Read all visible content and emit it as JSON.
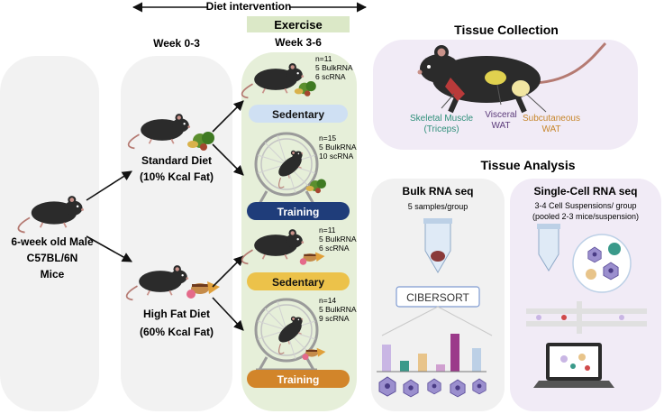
{
  "header": {
    "diet_intervention": "Diet intervention"
  },
  "start": {
    "line1": "6-week old  Male",
    "line2": "C57BL/6N",
    "line3": "Mice"
  },
  "week03": {
    "title": "Week 0-3"
  },
  "standard_diet": {
    "line1": "Standard Diet",
    "line2": "(10% Kcal Fat)"
  },
  "high_fat_diet": {
    "line1": "High Fat Diet",
    "line2": "(60% Kcal Fat)"
  },
  "exercise": {
    "title": "Exercise",
    "week": "Week 3-6",
    "groups": [
      {
        "n": "n=11",
        "bulk": "5 BulkRNA",
        "sc": "6 scRNA",
        "label": "Sedentary"
      },
      {
        "n": "n=15",
        "bulk": "5 BulkRNA",
        "sc": "10 scRNA",
        "label": "Training"
      },
      {
        "n": "n=11",
        "bulk": "5 BulkRNA",
        "sc": "6 scRNA",
        "label": "Sedentary"
      },
      {
        "n": "n=14",
        "bulk": "5 BulkRNA",
        "sc": "9 scRNA",
        "label": "Training"
      }
    ]
  },
  "tissue_collection": {
    "title": "Tissue Collection",
    "skeletal_muscle": "Skeletal Muscle",
    "triceps": "(Triceps)",
    "visceral": "Visceral",
    "visceral_wat": "WAT",
    "subcutaneous": "Subcutaneous",
    "subcutaneous_wat": "WAT"
  },
  "tissue_analysis": {
    "title": "Tissue Analysis"
  },
  "bulk": {
    "title": "Bulk RNA seq",
    "samples": "5 samples/group",
    "cibersort": "CIBERSORT"
  },
  "sc": {
    "title": "Single-Cell RNA seq",
    "line1": "3-4 Cell Suspensions/ group",
    "line2": "(pooled 2-3 mice/suspension)"
  },
  "colors": {
    "sedentary_blue": "#cfe0f3",
    "training_navy": "#1f3d7a",
    "sedentary_gold": "#ecc24a",
    "training_orange": "#d2852a",
    "exercise_green": "#e6efd9",
    "panel_purple": "#f1ebf6",
    "panel_grey": "#f1f1f1"
  }
}
